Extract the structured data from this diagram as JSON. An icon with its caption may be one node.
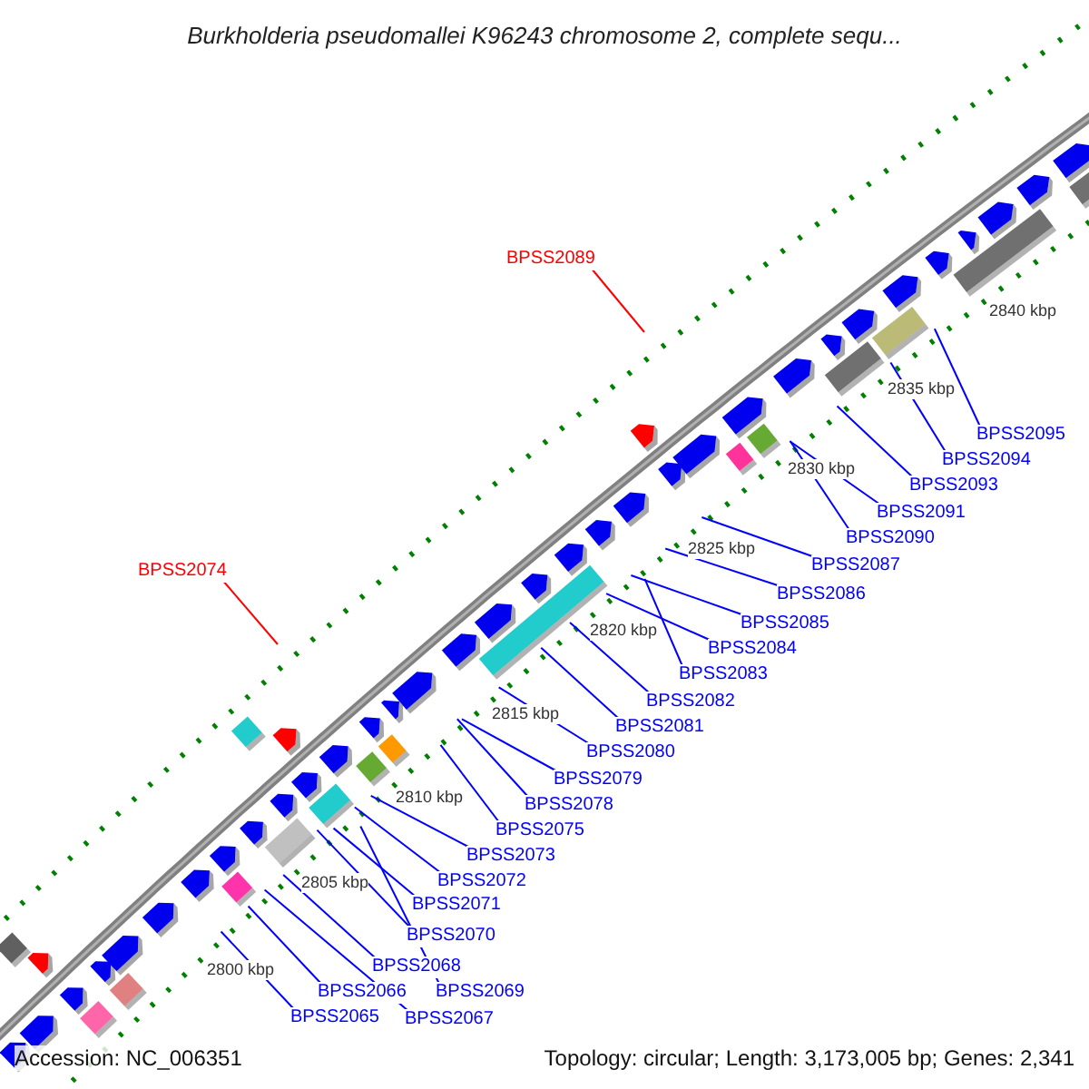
{
  "diagram": {
    "title": "Burkholderia pseudomallei K96243 chromosome 2, complete sequ...",
    "nodes": [
      {
        "text": [
          "BPSS2089"
        ]
      },
      {
        "text": [
          "BPSS2095"
        ]
      },
      {
        "text": [
          "BPSS2094"
        ]
      },
      {
        "text": [
          "BPSS2093"
        ]
      },
      {
        "text": [
          "BPSS2091"
        ]
      },
      {
        "text": [
          "BPSS2090"
        ]
      },
      {
        "text": [
          "BPSS2087"
        ]
      },
      {
        "text": [
          "BPSS2086"
        ]
      },
      {
        "text": [
          "BPSS2085"
        ]
      },
      {
        "text": [
          "BPSS2074"
        ]
      },
      {
        "text": [
          "BPSS2084"
        ]
      },
      {
        "text": [
          "BPSS2083"
        ]
      },
      {
        "text": [
          "BPSS2082"
        ]
      },
      {
        "text": [
          "BPSS2081"
        ]
      },
      {
        "text": [
          "BPSS2080"
        ]
      },
      {
        "text": [
          "BPSS2079"
        ]
      },
      {
        "text": [
          "BPSS2078"
        ]
      },
      {
        "text": [
          "BPSS2075"
        ]
      },
      {
        "text": [
          "BPSS2073"
        ]
      },
      {
        "text": [
          "BPSS2072"
        ]
      },
      {
        "text": [
          "BPSS2071"
        ]
      },
      {
        "text": [
          "BPSS2070"
        ]
      },
      {
        "text": [
          "BPSS2068"
        ]
      },
      {
        "text": [
          "BPSS2066"
        ]
      },
      {
        "text": [
          "BPSS2069"
        ]
      },
      {
        "text": [
          "BPSS2065"
        ]
      },
      {
        "text": [
          "BPSS2067"
        ]
      }
    ],
    "edges": [
      {
        "from": 0,
        "to": null,
        "arrow": "none",
        "color": "#ff0000"
      },
      {
        "from": 1,
        "to": null,
        "arrow": "none"
      },
      {
        "from": 2,
        "to": null,
        "arrow": "none"
      },
      {
        "from": 3,
        "to": null,
        "arrow": "none"
      },
      {
        "from": 4,
        "to": null,
        "arrow": "none"
      },
      {
        "from": 5,
        "to": null,
        "arrow": "none"
      },
      {
        "from": 6,
        "to": null,
        "arrow": "none"
      },
      {
        "from": 7,
        "to": null,
        "arrow": "none"
      },
      {
        "from": 8,
        "to": null,
        "arrow": "none"
      },
      {
        "from": 9,
        "to": null,
        "arrow": "none",
        "color": "#ff0000"
      },
      {
        "from": 10,
        "to": null,
        "arrow": "none"
      },
      {
        "from": 11,
        "to": null,
        "arrow": "none"
      },
      {
        "from": 12,
        "to": null,
        "arrow": "none"
      },
      {
        "from": 13,
        "to": null,
        "arrow": "none"
      },
      {
        "from": 14,
        "to": null,
        "arrow": "none"
      },
      {
        "from": 15,
        "to": null,
        "arrow": "none"
      },
      {
        "from": 16,
        "to": null,
        "arrow": "none"
      },
      {
        "from": 17,
        "to": null,
        "arrow": "none"
      },
      {
        "from": 18,
        "to": null,
        "arrow": "none"
      },
      {
        "from": 19,
        "to": null,
        "arrow": "none"
      },
      {
        "from": 20,
        "to": null,
        "arrow": "none"
      },
      {
        "from": 21,
        "to": null,
        "arrow": "none"
      },
      {
        "from": 22,
        "to": null,
        "arrow": "none"
      },
      {
        "from": 23,
        "to": null,
        "arrow": "none"
      },
      {
        "from": 24,
        "to": null,
        "arrow": "none"
      },
      {
        "from": 25,
        "to": null,
        "arrow": "none"
      },
      {
        "from": 26,
        "to": null,
        "arrow": "none"
      }
    ],
    "labels": [
      "2840 kbp",
      "2835 kbp",
      "2830 kbp",
      "2825 kbp",
      "2820 kbp",
      "2815 kbp",
      "2810 kbp",
      "2805 kbp",
      "2800 kbp",
      "Accession: NC_006351",
      "Topology: circular; Length: 3,173,005 bp; Genes: 2,341"
    ]
  }
}
